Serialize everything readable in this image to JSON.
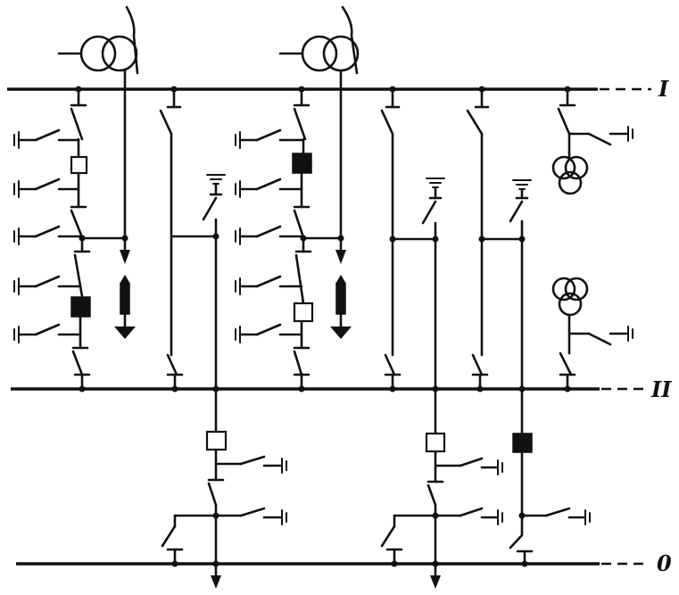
{
  "buses": [
    {
      "id": "bus-1",
      "label": "I"
    },
    {
      "id": "bus-2",
      "label": "II"
    },
    {
      "id": "bus-0",
      "label": "0"
    }
  ]
}
